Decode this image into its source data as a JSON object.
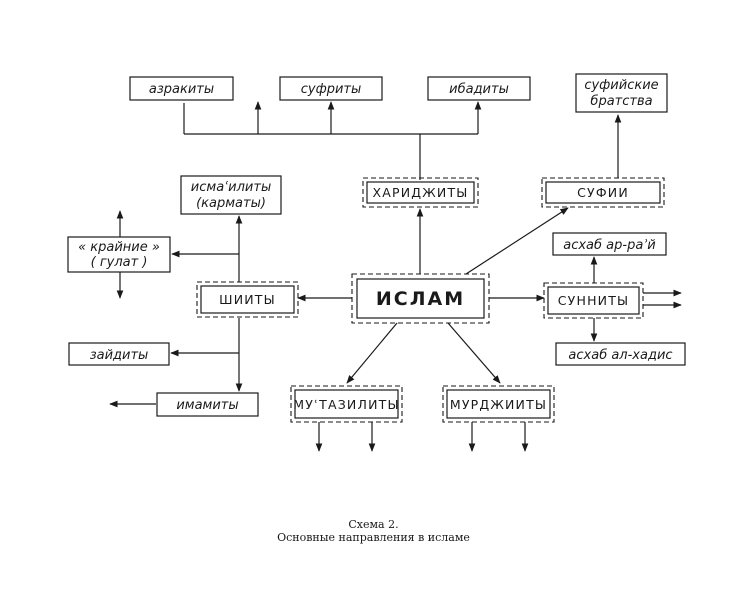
{
  "nodes": {
    "azrakity": "азракиты",
    "sufrity": "суфриты",
    "ibadity": "ибадиты",
    "sufi_brotherhoods_line1": "суфийские",
    "sufi_brotherhoods_line2": "братства",
    "ismailites_line1": "исмаʿилиты",
    "ismailites_line2": "(карматы)",
    "kharijites": "ХАРИДЖИТЫ",
    "sufis": "СУФИИ",
    "ashab_ar_ray": "асхаб ар-раʾй",
    "extremists_line1": "« крайние »",
    "extremists_line2": "( гулат )",
    "shiites": "ШИИТЫ",
    "islam": "ИСЛАМ",
    "sunnites": "СУННИТЫ",
    "zaydites": "зайдиты",
    "ashab_al_hadis": "асхаб ал-хадис",
    "imamites": "имамиты",
    "mutazilites": "МУʿТАЗИЛИТЫ",
    "murjiites": "МУРДЖИИТЫ"
  },
  "caption": {
    "title": "Схема 2.",
    "subtitle": "Основные направления в исламе"
  }
}
